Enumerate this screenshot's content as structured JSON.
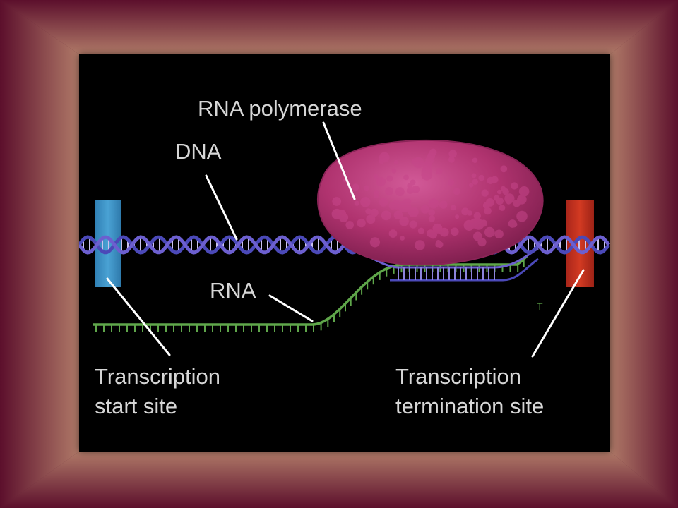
{
  "colors": {
    "frame_outer": "#5c0f2c",
    "frame_inner": "#b07a68",
    "panel_background": "#000000",
    "label_text": "#d6d6d6",
    "pointer_line": "#ffffff",
    "start_marker": "#3a8ec0",
    "termination_marker": "#c2311b",
    "dna_strand_a": "#6c5fcf",
    "dna_strand_b": "#4b49b8",
    "dna_rungs": "#c9c2ee",
    "rna_strand": "#5fa64a",
    "polymerase": "#b0336f"
  },
  "labels": {
    "rna_polymerase": "RNA polymerase",
    "dna": "DNA",
    "rna": "RNA",
    "start_site_line1": "Transcription",
    "start_site_line2": "start site",
    "termination_site_line1": "Transcription",
    "termination_site_line2": "termination site",
    "small_glyph": "T"
  },
  "components": [
    {
      "name": "DNA",
      "icon": "double-helix"
    },
    {
      "name": "RNA polymerase",
      "icon": "enzyme-blob"
    },
    {
      "name": "RNA",
      "icon": "single-strand-comb"
    },
    {
      "name": "Transcription start site",
      "icon": "blue-block"
    },
    {
      "name": "Transcription termination site",
      "icon": "red-block"
    }
  ]
}
